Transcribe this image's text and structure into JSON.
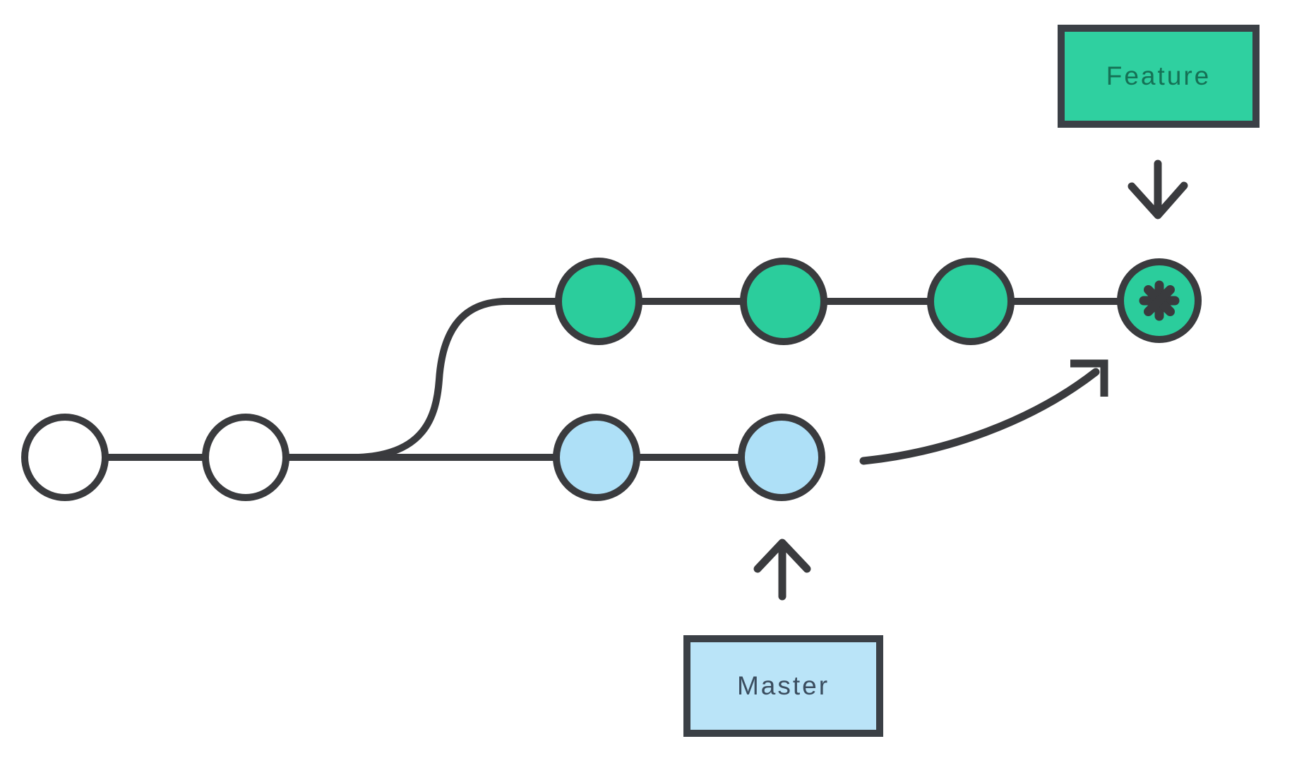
{
  "diagram": {
    "labels": {
      "feature_branch": "Feature",
      "master_branch": "Master"
    },
    "colors": {
      "background": "#ffffff",
      "stroke": "#3a3b3e",
      "box_border": "#3b4046",
      "feature_node_fill": "#2bcd9c",
      "feature_box_fill": "#2fd0a0",
      "feature_box_text": "#157155",
      "master_node_fill": "#aee0f7",
      "master_box_fill": "#bae4f8",
      "master_box_text": "#3b4d5f",
      "initial_node_fill": "#ffffff"
    },
    "branches": {
      "master": {
        "label": "Master",
        "commits": [
          {
            "type": "initial-commit"
          },
          {
            "type": "initial-commit"
          },
          {
            "type": "master-commit"
          },
          {
            "type": "master-commit"
          }
        ]
      },
      "feature": {
        "label": "Feature",
        "commits": [
          {
            "type": "feature-commit"
          },
          {
            "type": "feature-commit"
          },
          {
            "type": "feature-commit"
          },
          {
            "type": "feature-head-commit",
            "icon": "asterisk-icon"
          }
        ]
      }
    },
    "icons": {
      "feature_pointer": "arrow-down-icon",
      "master_pointer": "arrow-up-icon",
      "merge_pointer": "curved-arrow-icon",
      "head_marker": "asterisk-icon"
    }
  }
}
